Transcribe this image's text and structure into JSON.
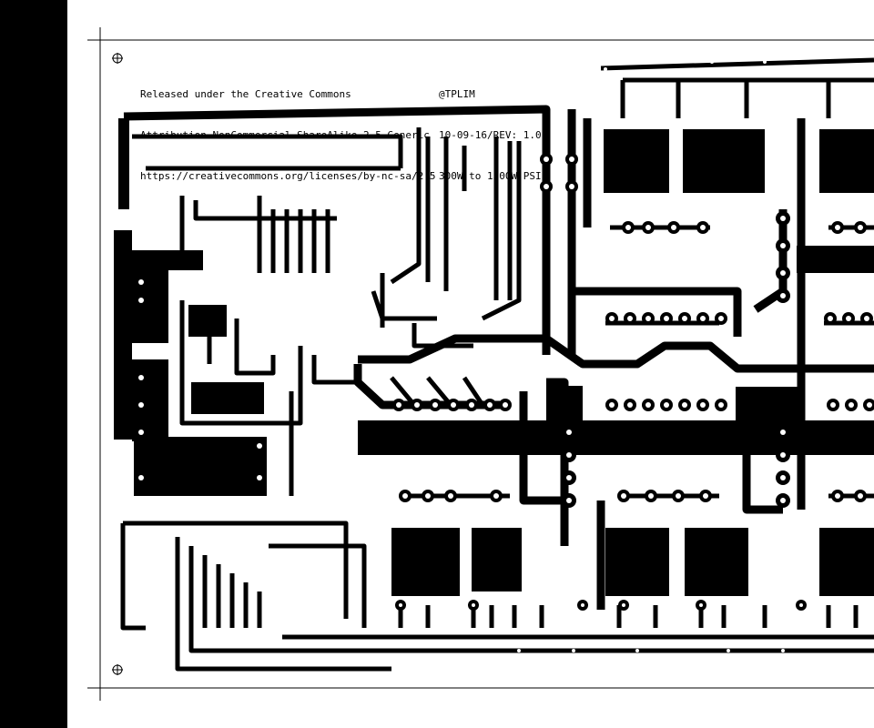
{
  "license": {
    "line1": "Released under the Creative Commons",
    "line2": "Attribution-NonCommercial-ShareAlike 2.5 Generic",
    "line3": "https://creativecommons.org/licenses/by-nc-sa/2.5"
  },
  "meta": {
    "author": "@TPLIM",
    "date_rev": "10-09-16/REV: 1.0",
    "title": "300W to 1500W PSI"
  },
  "colors": {
    "copper": "#000000",
    "board": "#ffffff",
    "margin": "#000000"
  },
  "icons": {
    "registration_marks": "crosshair-circle-icon"
  }
}
